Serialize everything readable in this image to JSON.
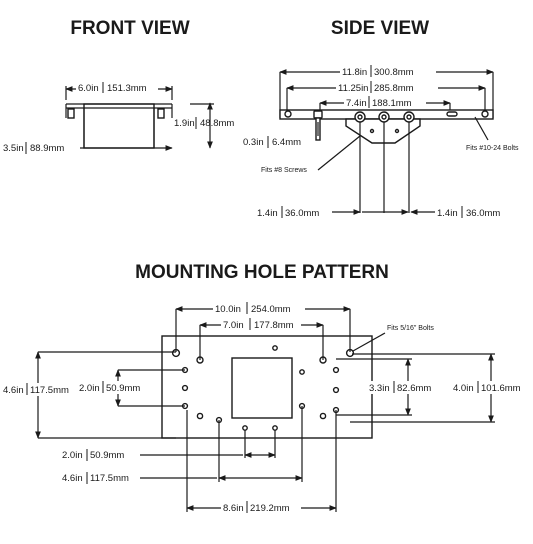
{
  "headings": {
    "front": "FRONT VIEW",
    "side": "SIDE VIEW",
    "pattern": "MOUNTING HOLE PATTERN"
  },
  "front_view": {
    "width": {
      "in": "6.0in",
      "mm": "151.3mm"
    },
    "height": {
      "in": "1.9in",
      "mm": "48.8mm"
    },
    "depth": {
      "in": "3.5in",
      "mm": "88.9mm"
    }
  },
  "side_view": {
    "overall": {
      "in": "11.8in",
      "mm": "300.8mm"
    },
    "bolt_span": {
      "in": "11.25in",
      "mm": "285.8mm"
    },
    "inner_span": {
      "in": "7.4in",
      "mm": "188.1mm"
    },
    "offset": {
      "in": "0.3in",
      "mm": "6.4mm"
    },
    "spacing_left": {
      "in": "1.4in",
      "mm": "36.0mm"
    },
    "spacing_right": {
      "in": "1.4in",
      "mm": "36.0mm"
    },
    "note_bolts": "Fits #10-24 Bolts",
    "note_screws": "Fits #8 Screws"
  },
  "hole_pattern": {
    "top_outer": {
      "in": "10.0in",
      "mm": "254.0mm"
    },
    "top_inner": {
      "in": "7.0in",
      "mm": "177.8mm"
    },
    "left_outer": {
      "in": "4.6in",
      "mm": "117.5mm"
    },
    "left_inner": {
      "in": "2.0in",
      "mm": "50.9mm"
    },
    "right_inner": {
      "in": "3.3in",
      "mm": "82.6mm"
    },
    "right_outer": {
      "in": "4.0in",
      "mm": "101.6mm"
    },
    "bottom_1": {
      "in": "2.0in",
      "mm": "50.9mm"
    },
    "bottom_2": {
      "in": "4.6in",
      "mm": "117.5mm"
    },
    "bottom_3": {
      "in": "8.6in",
      "mm": "219.2mm"
    },
    "note_bolts": "Fits 5/16\" Bolts"
  }
}
